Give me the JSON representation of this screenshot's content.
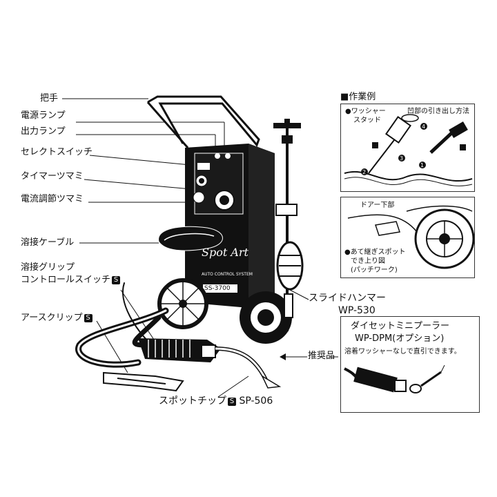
{
  "labels": {
    "handle": "把手",
    "power_lamp": "電源ランプ",
    "output_lamp": "出力ランプ",
    "select_switch": "セレクトスイッチ",
    "timer_knob": "タイマーツマミ",
    "current_knob": "電流調節ツマミ",
    "weld_cable": "溶接ケーブル",
    "grip_line1": "溶接グリップ",
    "grip_line2": "コントロールスイッチ",
    "earth_clip": "アースクリップ",
    "spot_tip": "スポットチップ",
    "spot_tip_model": "SP-506",
    "slide_hammer": "スライドハンマー",
    "slide_hammer_model": "WP-530",
    "recommended": "推奨品",
    "s_badge": "S"
  },
  "machine": {
    "brand": "Spot Art",
    "model": "SS-3700",
    "subtitle": "AUTO CONTROL SYSTEM"
  },
  "work_example": {
    "title": "■作業例",
    "washer_stud": "●ワッシャー",
    "washer_stud_2": "スタッド",
    "dent_pull": "凹部の引き出し方法",
    "steps": [
      "1",
      "2",
      "3",
      "4"
    ]
  },
  "door_panel": {
    "door_bottom": "ドアー下部",
    "patch_line1": "●あて継ぎスポット",
    "patch_line2": "でき上り図",
    "patch_line3": "(パッチワーク)"
  },
  "option_panel": {
    "line1": "ダイセットミニプーラー",
    "line2": "WP-DPM(オプション)",
    "note": "溶着ワッシャーなしで直引できます。"
  }
}
